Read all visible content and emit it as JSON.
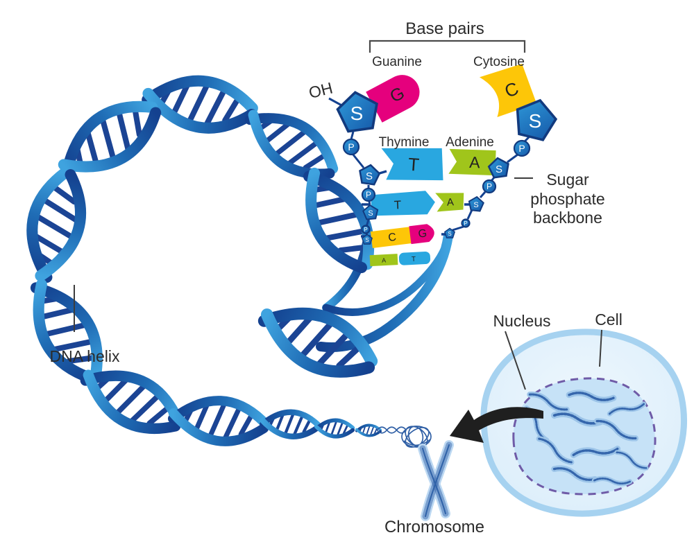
{
  "diagram": {
    "title": "Base pairs",
    "labels": {
      "oh": "OH",
      "guanine": "Guanine",
      "cytosine": "Cytosine",
      "thymine": "Thymine",
      "adenine": "Adenine",
      "backbone": [
        "Sugar",
        "phosphate",
        "backbone"
      ],
      "dna_helix": "DNA helix",
      "nucleus": "Nucleus",
      "cell": "Cell",
      "chromosome": "Chromosome"
    },
    "letters": {
      "sugar": "S",
      "phosphate": "P",
      "guanine": "G",
      "cytosine": "C",
      "thymine": "T",
      "adenine": "A"
    },
    "rungs": [
      {
        "left": "T",
        "right": "A"
      },
      {
        "left": "C",
        "right": "G"
      },
      {
        "left": "A",
        "right": "T"
      }
    ],
    "colors": {
      "guanine": "#e5007d",
      "cytosine": "#fdc608",
      "thymine": "#29a7e0",
      "adenine": "#a0c51b",
      "backbone_dark": "#123c86",
      "backbone_mid": "#1f6cb5",
      "backbone_light": "#3fa3df",
      "cell_fill": "#e7f3fc",
      "cell_border": "#a6d2f0",
      "nucleus_fill": "#c6e2f7",
      "nucleus_border": "#6f5ba7",
      "chromatin": "#3566ac",
      "arrow": "#1f1f1f",
      "label_text": "#2b2b2b"
    }
  }
}
